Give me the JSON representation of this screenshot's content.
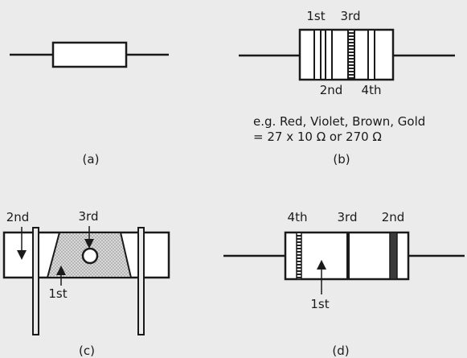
{
  "panel_a": {
    "caption": "(a)"
  },
  "panel_b": {
    "caption": "(b)",
    "band_labels": [
      "1st",
      "3rd",
      "2nd",
      "4th"
    ],
    "example_line1": "e.g. Red, Violet, Brown, Gold",
    "example_line2": "= 27 x 10 Ω  or 270 Ω"
  },
  "panel_c": {
    "caption": "(c)",
    "labels": [
      "2nd",
      "3rd",
      "1st"
    ]
  },
  "panel_d": {
    "caption": "(d)",
    "labels": [
      "4th",
      "3rd",
      "2nd",
      "1st"
    ]
  }
}
